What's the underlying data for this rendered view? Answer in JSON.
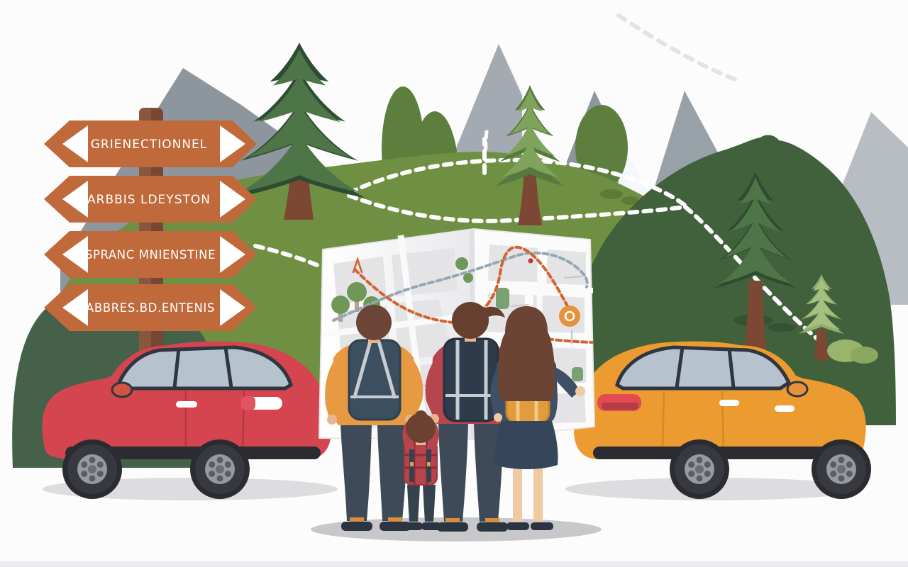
{
  "scene": {
    "description": "Flat illustration: family of four studying a folded trail map between two parked cars, with wooden direction signs, pine trees, green hills and gray mountains.",
    "background": "#FCFCFD"
  },
  "signpost": {
    "post_color": "#8A563E",
    "post_shade": "#774634",
    "sign_color": "#C0693B",
    "sign_edge": "#AD5C31",
    "arrow_color": "#FFFFFF",
    "text_color": "#FFFFFF",
    "signs": [
      {
        "label": "GRIENECTIONNEL"
      },
      {
        "label": "ARBBIS LDEYSTON"
      },
      {
        "label": "SPRANC MNIENSTINE"
      },
      {
        "label": "ABBRES.BD.ENTENIS"
      }
    ]
  },
  "landscape": {
    "mountain_gray": "#8E969D",
    "mountain_gray_light": "#A3AAB1",
    "mountain_face_white": "#F6F7F9",
    "mountain_right_gray": "#99A1A8",
    "mountain_far_right": "#B7BDC3",
    "hill_green": "#6F9042",
    "hill_dark_green": "#41603C",
    "bush_dark": "#45614A",
    "bush_round": "#5C7F3E",
    "pine_edge_dark": "#2F4B31",
    "pine_fill": "#4E7547",
    "pine_light": "#8FAE6A",
    "pine_light_inner": "#A6C07F",
    "pine_silhouette": "#5D7B35",
    "trunk_brown": "#7C4733",
    "trail_white": "#FFFFFF",
    "sky_trail_gray": "#E2E3E5"
  },
  "map": {
    "paper": "#FBFBFC",
    "block_gray": "#E4E4E7",
    "route_orange": "#D2622F",
    "route_blue": "#93A7B4",
    "badge_orange": "#E8913C",
    "park_green": "#7BA071",
    "tree_green": "#6F9757"
  },
  "vehicles": [
    {
      "name": "red-car",
      "facing": "left",
      "body_color": "#D5454F",
      "window_color": "#B6C3CF",
      "outline": "#2E363F",
      "taillight": "#E05560"
    },
    {
      "name": "orange-car",
      "facing": "right",
      "body_color": "#EC9B31",
      "window_color": "#B6C3CF",
      "outline": "#2E363F",
      "taillight": "#E14B51"
    }
  ],
  "family": [
    {
      "name": "father",
      "hair": "#6B4637",
      "shirt": "#E89A43",
      "backpack": "#3C4F60",
      "pants": "#3E4A57"
    },
    {
      "name": "child",
      "hair": "#6B4231",
      "jacket": "#B7434B",
      "pants": "#37424F"
    },
    {
      "name": "boy",
      "hair": "#66402F",
      "shirt": "#B6454D",
      "backpack": "#2D3B4A",
      "pants": "#3E4A57"
    },
    {
      "name": "mother",
      "hair": "#6B4433",
      "top": "#3E5065",
      "backpack": "#E29C3D",
      "skirt": "#35455A",
      "skin": "#F0C9A2"
    }
  ],
  "ground": {
    "family_shadow": "#C8C8CB",
    "car_shadow": "#DDDDE0",
    "bottom_strip": "#ECEBEE"
  }
}
